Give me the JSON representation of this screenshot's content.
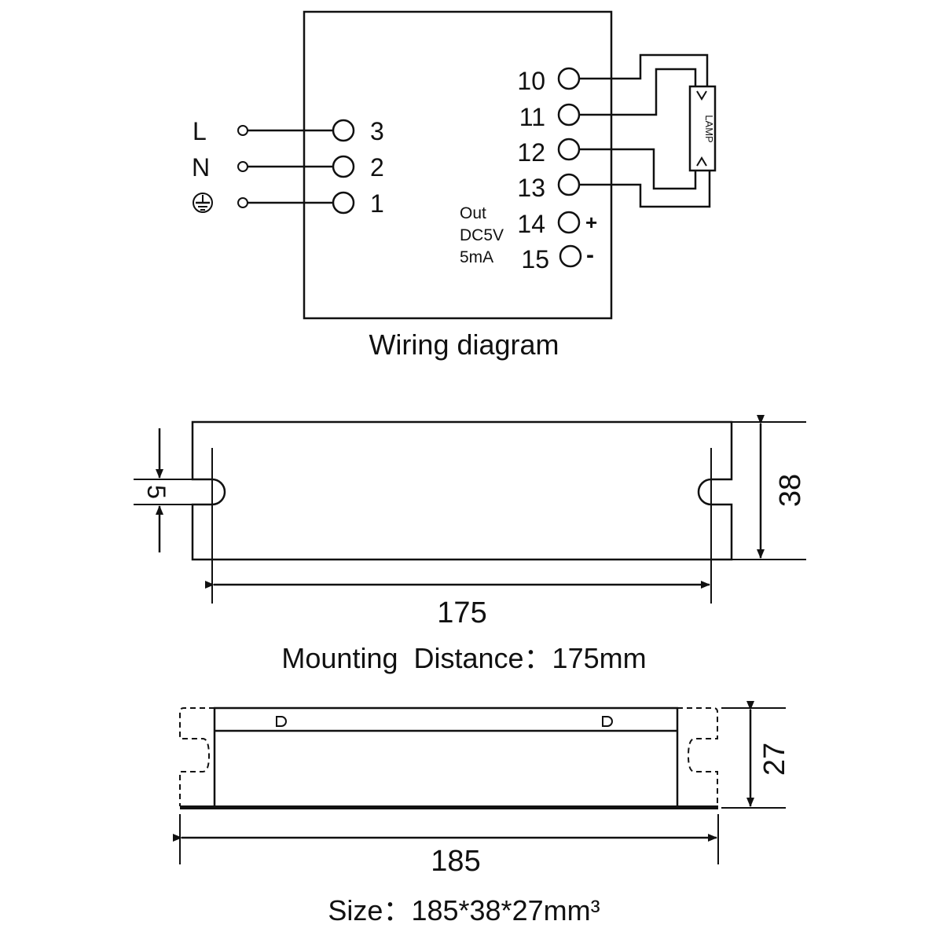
{
  "wiring": {
    "input_terminals": [
      {
        "label": "L",
        "number": "3"
      },
      {
        "label": "N",
        "number": "2"
      },
      {
        "label": "ground",
        "number": "1"
      }
    ],
    "output_terminals": [
      "10",
      "11",
      "12",
      "13",
      "14",
      "15"
    ],
    "out_label": [
      "Out",
      "DC5V",
      "5mA"
    ],
    "plus": "+",
    "minus": "-",
    "lamp": "LAMP",
    "caption": "Wiring diagram"
  },
  "mounting": {
    "slot_dim": "5",
    "height_dim": "38",
    "length_dim": "175",
    "caption": "Mounting  Distance：175mm"
  },
  "size": {
    "height_dim": "27",
    "length_dim": "185",
    "caption": "Size：185*38*27mm³"
  }
}
